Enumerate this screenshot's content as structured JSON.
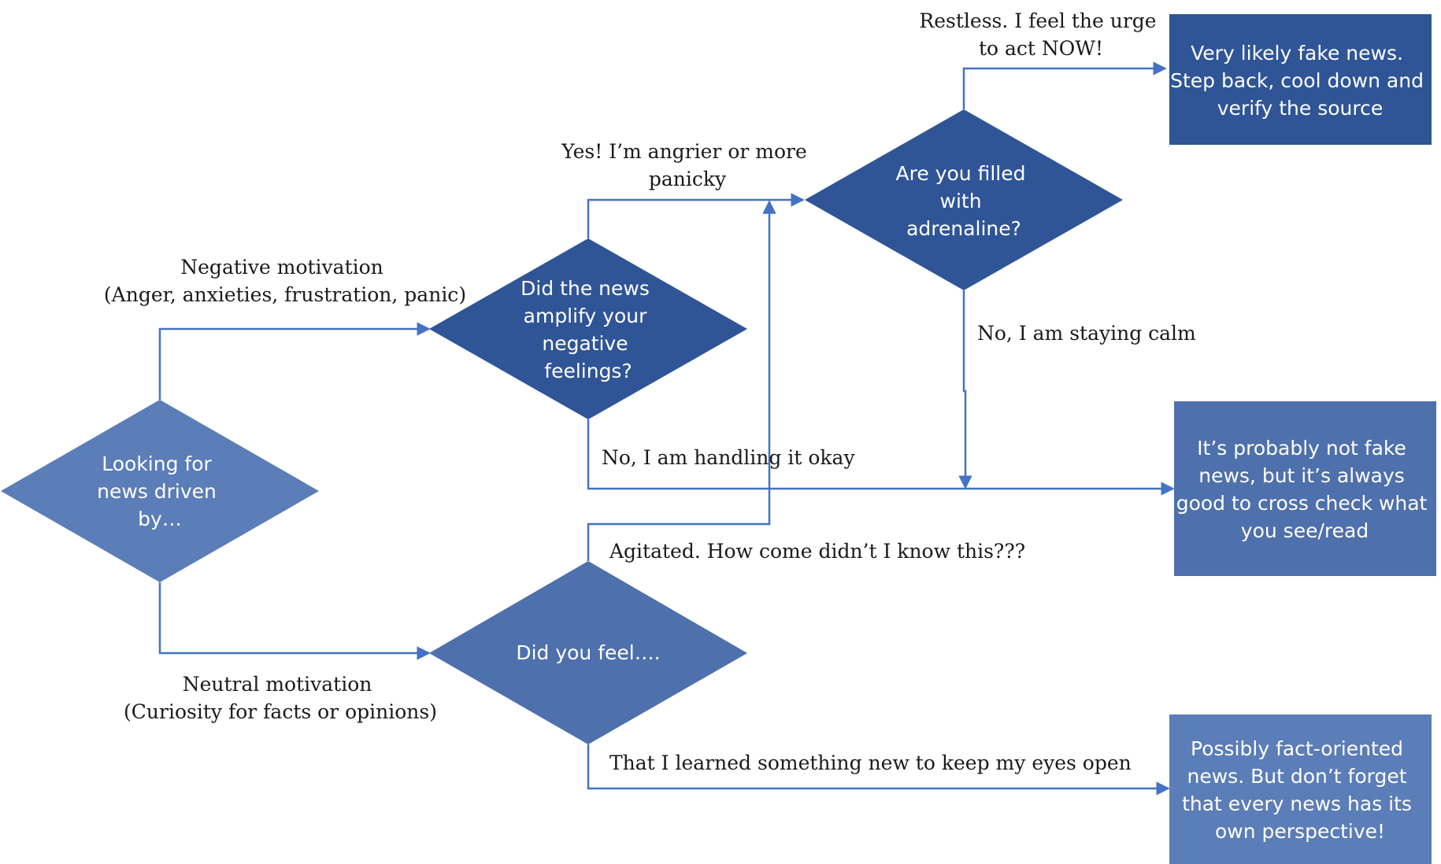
{
  "colors": {
    "diamond_light": "#5b7db8",
    "diamond_dark": "#2f5597",
    "box_dark": "#2f5597",
    "box_mid": "#4e70ac",
    "box_light": "#5b7db8",
    "connector": "#4472c4"
  },
  "nodes": {
    "start": [
      "Looking for",
      "news driven",
      "by…"
    ],
    "amplify": [
      "Did the news",
      "amplify your",
      "negative",
      "feelings?"
    ],
    "adrenaline": [
      "Are you filled",
      "with",
      "adrenaline?"
    ],
    "feel": [
      "Did  you feel…."
    ],
    "fake": [
      "Very likely fake news.",
      "Step back, cool down and",
      "verify the source"
    ],
    "not_fake": [
      "It’s probably not fake",
      "news, but it’s always",
      "good to cross check what",
      "you see/read"
    ],
    "fact": [
      "Possibly fact-oriented",
      "news.  But don’t forget",
      "that every news has its",
      "own perspective!"
    ]
  },
  "edge_labels": {
    "negative": [
      "Negative motivation",
      "(Anger, anxieties, frustration, panic)"
    ],
    "neutral": [
      "Neutral motivation",
      "(Curiosity for facts or opinions)"
    ],
    "yes_angrier": [
      "Yes! I’m angrier or more",
      "panicky"
    ],
    "restless": [
      "Restless. I feel the urge",
      "to act NOW!"
    ],
    "staying_calm": [
      "No, I am staying calm"
    ],
    "handling_okay": [
      "No, I am handling it okay"
    ],
    "agitated": [
      "Agitated. How come didn’t I know this???"
    ],
    "learned": [
      "That I learned something new to keep my eyes open"
    ]
  }
}
